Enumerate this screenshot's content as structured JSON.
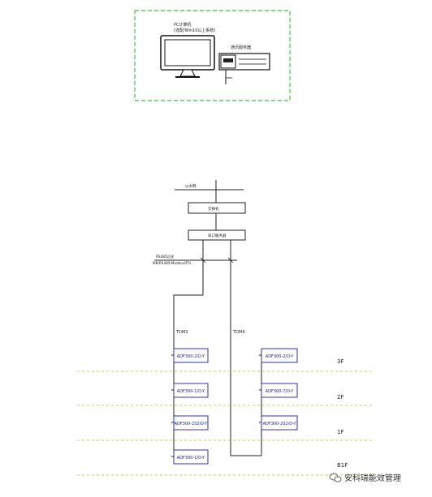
{
  "workstation": {
    "pc_label_line1": "PC计算机",
    "pc_label_line2": "(选配/Win10以上系统)",
    "server_label": "通讯服务器"
  },
  "network": {
    "bus_label": "以太网",
    "switch_label": "交换机",
    "converter_label": "串口服务器",
    "rs485_label1": "RS485总线",
    "rs485_label2": "MB/RS485/ModbusRTU"
  },
  "trunks": {
    "left": "TDM3",
    "right": "TDM4"
  },
  "floors": [
    "3F",
    "2F",
    "1F",
    "B1F"
  ],
  "meters": {
    "left": [
      "ADF300-2/D-Y",
      "ADF300-1/D-Y",
      "ADF300-2S2/D-Y",
      "ADF300-1/D-Y"
    ],
    "right": [
      "ADF300-2/D-Y",
      "ADF300-7/D-Y",
      "ADF300-2S2/D-Y"
    ]
  },
  "watermark": "安科瑞能效管理",
  "colors": {
    "frame_green": "#33cc33",
    "floor_line": "#cccc44",
    "meter_border": "#2c2cc8",
    "line": "#222222"
  }
}
